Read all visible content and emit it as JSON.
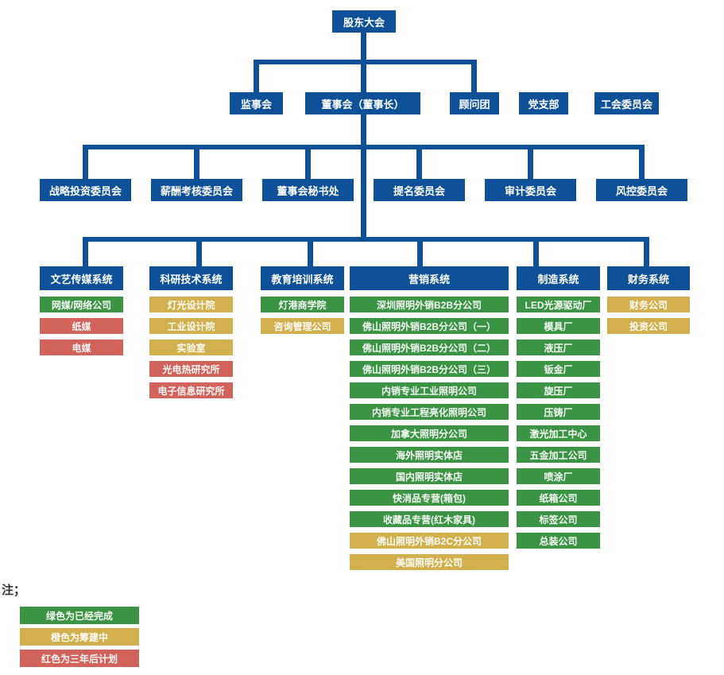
{
  "palette": {
    "blue": "#0F5199",
    "green": "#3B9444",
    "orange": "#D2B04E",
    "red": "#D2635A"
  },
  "org": {
    "root": {
      "label": "股东大会"
    },
    "level2": [
      {
        "label": "监事会"
      },
      {
        "label": "董事会（董事长）"
      },
      {
        "label": "顾问团"
      },
      {
        "label": "党支部"
      },
      {
        "label": "工会委员会"
      }
    ],
    "level3": [
      {
        "label": "战略投资委员会"
      },
      {
        "label": "薪酬考核委员会"
      },
      {
        "label": "董事会秘书处"
      },
      {
        "label": "提名委员会"
      },
      {
        "label": "审计委员会"
      },
      {
        "label": "风控委员会"
      }
    ],
    "systems": [
      {
        "label": "文艺传媒系统",
        "items": [
          {
            "label": "网媒/网络公司",
            "status": "green"
          },
          {
            "label": "纸媒",
            "status": "red"
          },
          {
            "label": "电媒",
            "status": "red"
          }
        ]
      },
      {
        "label": "科研技术系统",
        "items": [
          {
            "label": "灯光设计院",
            "status": "orange"
          },
          {
            "label": "工业设计院",
            "status": "orange"
          },
          {
            "label": "实验室",
            "status": "orange"
          },
          {
            "label": "光电热研究所",
            "status": "red"
          },
          {
            "label": "电子信息研究所",
            "status": "red"
          }
        ]
      },
      {
        "label": "教育培训系统",
        "items": [
          {
            "label": "灯港商学院",
            "status": "green"
          },
          {
            "label": "咨询管理公司",
            "status": "orange"
          }
        ]
      },
      {
        "label": "营销系统",
        "items": [
          {
            "label": "深圳照明外销B2B分公司",
            "status": "green"
          },
          {
            "label": "佛山照明外销B2B分公司（一）",
            "status": "green"
          },
          {
            "label": "佛山照明外销B2B分公司（二）",
            "status": "green"
          },
          {
            "label": "佛山照明外销B2B分公司（三）",
            "status": "green"
          },
          {
            "label": "内销专业工业照明公司",
            "status": "green"
          },
          {
            "label": "内销专业工程亮化照明公司",
            "status": "green"
          },
          {
            "label": "加拿大照明分公司",
            "status": "green"
          },
          {
            "label": "海外照明实体店",
            "status": "green"
          },
          {
            "label": "国内照明实体店",
            "status": "green"
          },
          {
            "label": "快消品专营(箱包)",
            "status": "green"
          },
          {
            "label": "收藏品专营(红木家具)",
            "status": "green"
          },
          {
            "label": "佛山照明外销B2C分公司",
            "status": "orange"
          },
          {
            "label": "美国照明分公司",
            "status": "orange"
          }
        ]
      },
      {
        "label": "制造系统",
        "items": [
          {
            "label": "LED光源驱动厂",
            "status": "green"
          },
          {
            "label": "模具厂",
            "status": "green"
          },
          {
            "label": "液压厂",
            "status": "green"
          },
          {
            "label": "钣金厂",
            "status": "green"
          },
          {
            "label": "旋压厂",
            "status": "green"
          },
          {
            "label": "压铸厂",
            "status": "green"
          },
          {
            "label": "激光加工中心",
            "status": "green"
          },
          {
            "label": "五金加工公司",
            "status": "green"
          },
          {
            "label": "喷涂厂",
            "status": "green"
          },
          {
            "label": "纸箱公司",
            "status": "green"
          },
          {
            "label": "标签公司",
            "status": "green"
          },
          {
            "label": "总装公司",
            "status": "green"
          }
        ]
      },
      {
        "label": "财务系统",
        "items": [
          {
            "label": "财务公司",
            "status": "orange"
          },
          {
            "label": "投资公司",
            "status": "orange"
          }
        ]
      }
    ]
  },
  "note": {
    "label": "注；",
    "legend": [
      {
        "label": "绿色为已经完成",
        "status": "green"
      },
      {
        "label": "橙色为筹建中",
        "status": "orange"
      },
      {
        "label": "红色为三年后计划",
        "status": "red"
      }
    ]
  }
}
